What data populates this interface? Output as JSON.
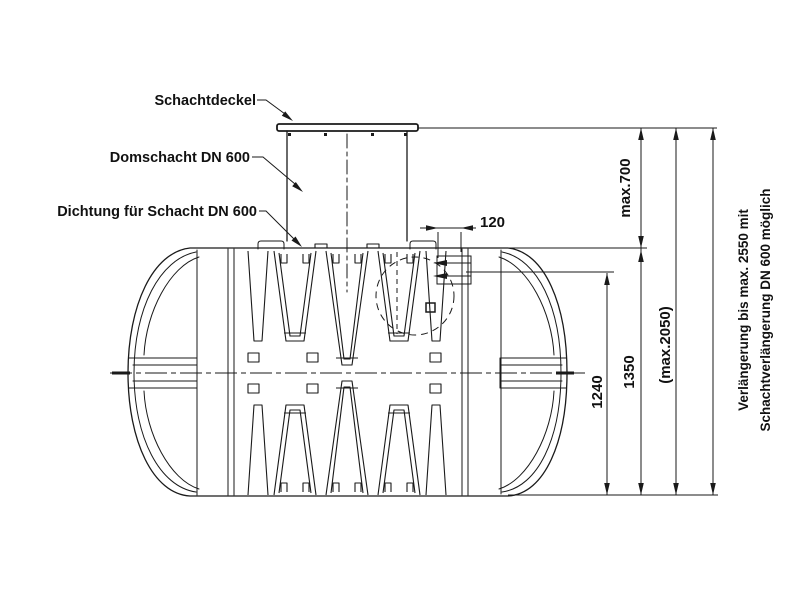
{
  "diagram": {
    "type": "technical-drawing-tank-side-view",
    "background_color": "#ffffff",
    "line_color": "#1a1a1a",
    "callouts": {
      "cover": "Schachtdeckel",
      "shaft": "Domschacht DN 600",
      "seal": "Dichtung für Schacht DN 600"
    },
    "dimensions": {
      "socket_offset": "120",
      "inlet_to_bottom": "1240",
      "tank_height": "1350",
      "overall_height": "(max.2050)",
      "shaft_height": "max.700"
    },
    "note": {
      "line1": "Verlängerung bis max. 2550 mit",
      "line2": "Schachtverlängerung DN 600 möglich"
    }
  }
}
